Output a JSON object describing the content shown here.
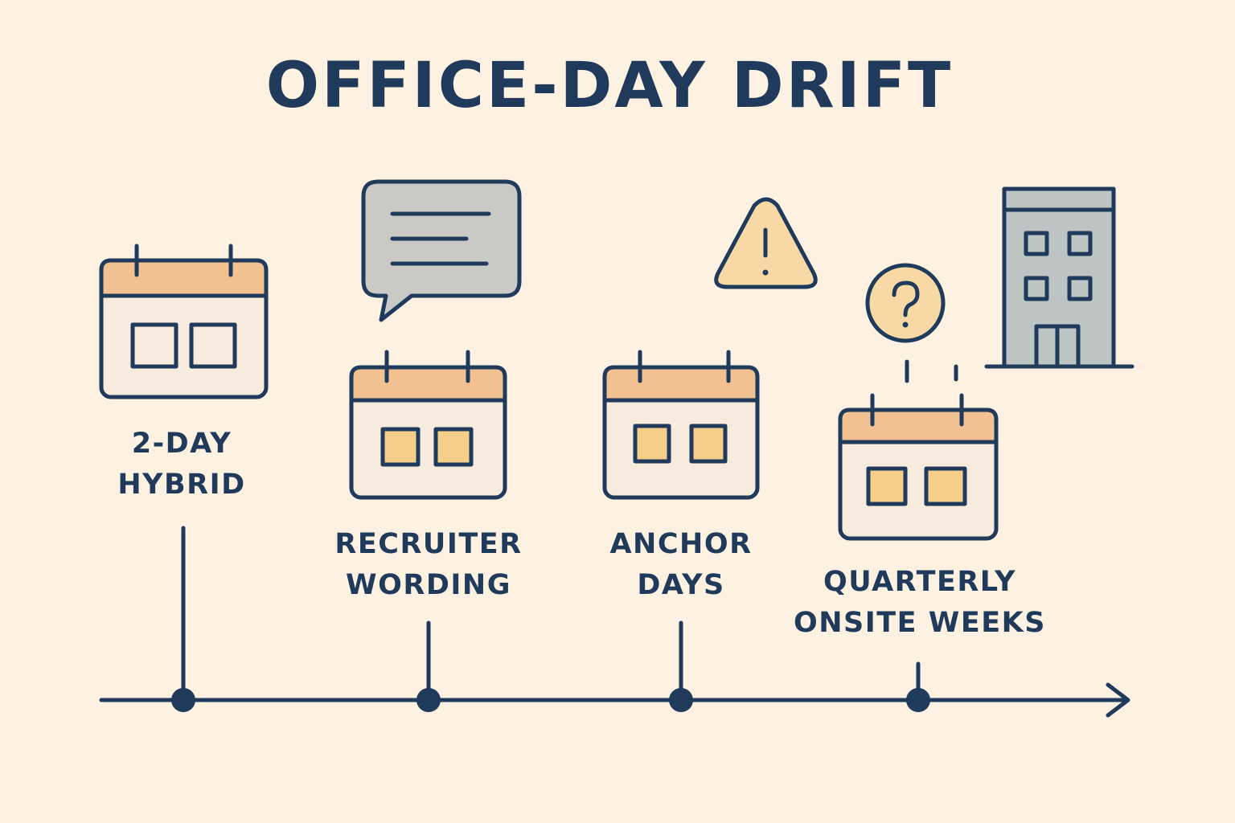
{
  "title": "OFFICE-DAY DRIFT",
  "stages": [
    {
      "line1": "2-DAY",
      "line2": "HYBRID"
    },
    {
      "line1": "RECRUITER",
      "line2": "WORDING"
    },
    {
      "line1": "ANCHOR",
      "line2": "DAYS"
    },
    {
      "line1": "QUARTERLY",
      "line2": "ONSITE WEEKS"
    }
  ],
  "colors": {
    "background": "#fdf1e1",
    "ink": "#1f3a5a",
    "calendar_header": "#f2c192",
    "calendar_body": "#f7ebdd",
    "day_highlight": "#f5cf8a",
    "bubble": "#c9cac5",
    "warning": "#f8d9a6",
    "building": "#bdc4c4"
  },
  "icons": [
    "calendar-icon",
    "speech-bubble-icon",
    "warning-icon",
    "question-icon",
    "office-building-icon"
  ]
}
